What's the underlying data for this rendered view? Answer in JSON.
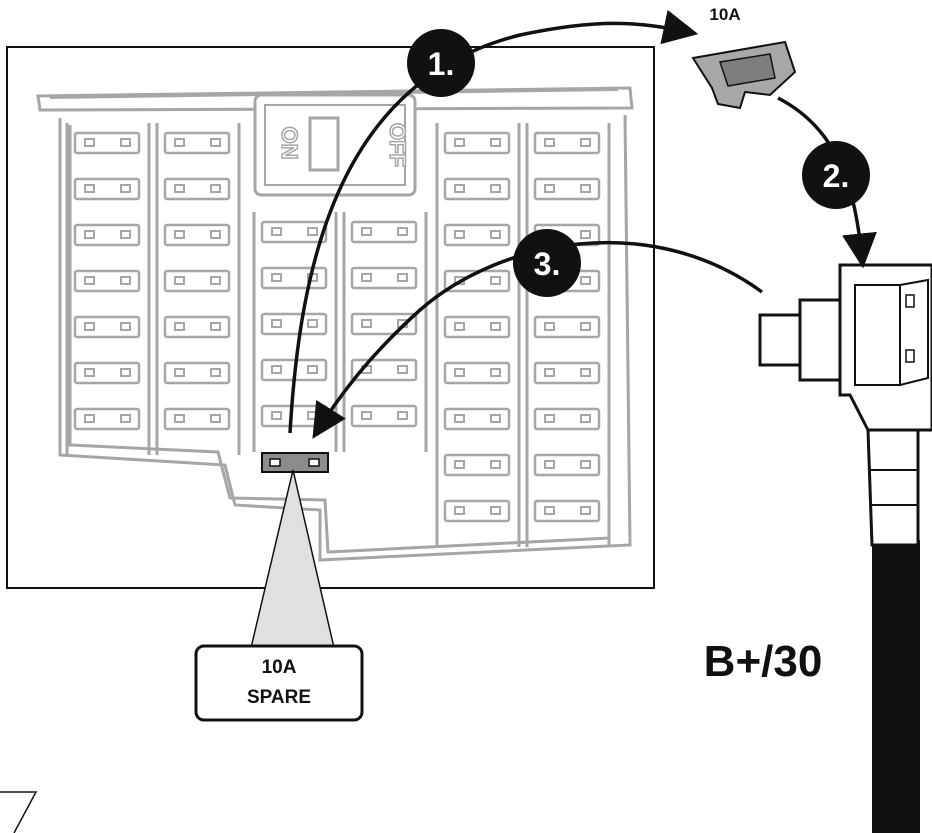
{
  "steps": {
    "step1": "1.",
    "step2": "2.",
    "step3": "3."
  },
  "fuse_label": "10A",
  "callout": {
    "line1": "10A",
    "line2": "SPARE"
  },
  "connection_label": "B+/30",
  "switch": {
    "on": "ON",
    "off": "OFF"
  },
  "colors": {
    "fusebox_line": "#a6a6a6",
    "fusebox_fill": "#ffffff",
    "fuse_body": "#8c8c8c",
    "callout_fill": "#e0e0e0",
    "ink": "#111111"
  }
}
